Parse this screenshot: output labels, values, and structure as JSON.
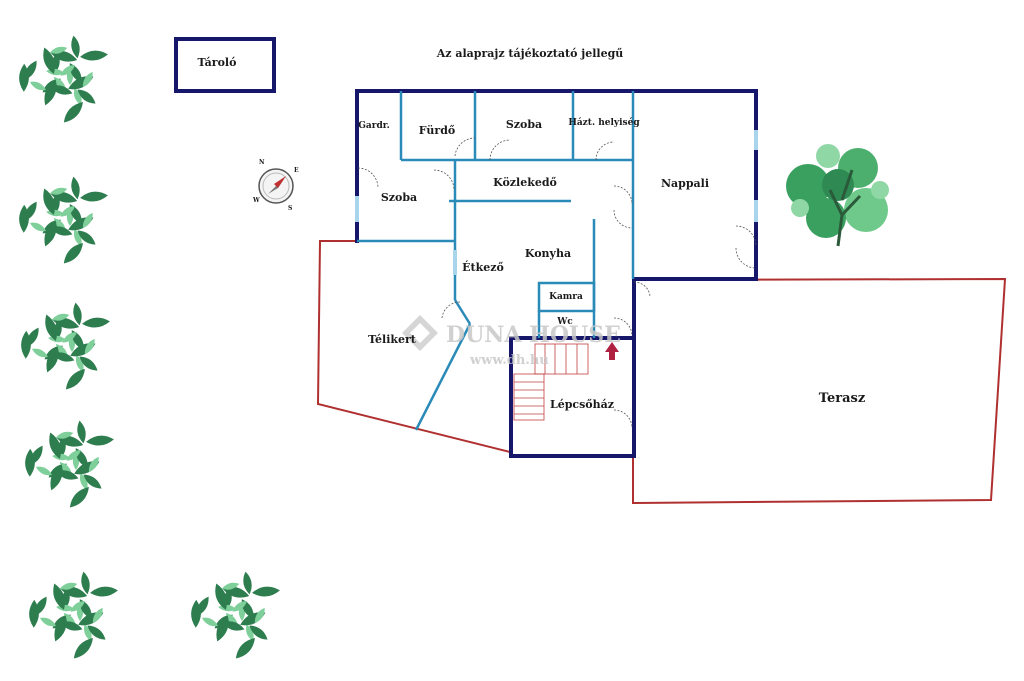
{
  "notice": "Az alaprajz tájékoztató jellegű",
  "rooms": {
    "taroló": "Tároló",
    "gardrob": "Gardr.",
    "furdo": "Fürdő",
    "szoba_top": "Szoba",
    "haztartasi": "Házt. helyiség",
    "kozlekedo": "Közlekedő",
    "nappali": "Nappali",
    "szoba_left": "Szoba",
    "konyha": "Konyha",
    "etkezo": "Étkező",
    "kamra": "Kamra",
    "wc": "Wc",
    "telikert": "Télikert",
    "lepcsohaz": "Lépcsőház",
    "terasz": "Terasz"
  },
  "watermark": {
    "brand": "DUNA HOUSE",
    "url": "www.dh.hu"
  },
  "compass": {
    "letters": [
      "N",
      "E",
      "S",
      "W"
    ]
  },
  "colors": {
    "outer_wall": "#16166b",
    "inner_wall": "#2a8ab8",
    "terrace_outline": "#b03030",
    "tree_dark": "#2e7d4f",
    "tree_light": "#7fcf9a"
  }
}
